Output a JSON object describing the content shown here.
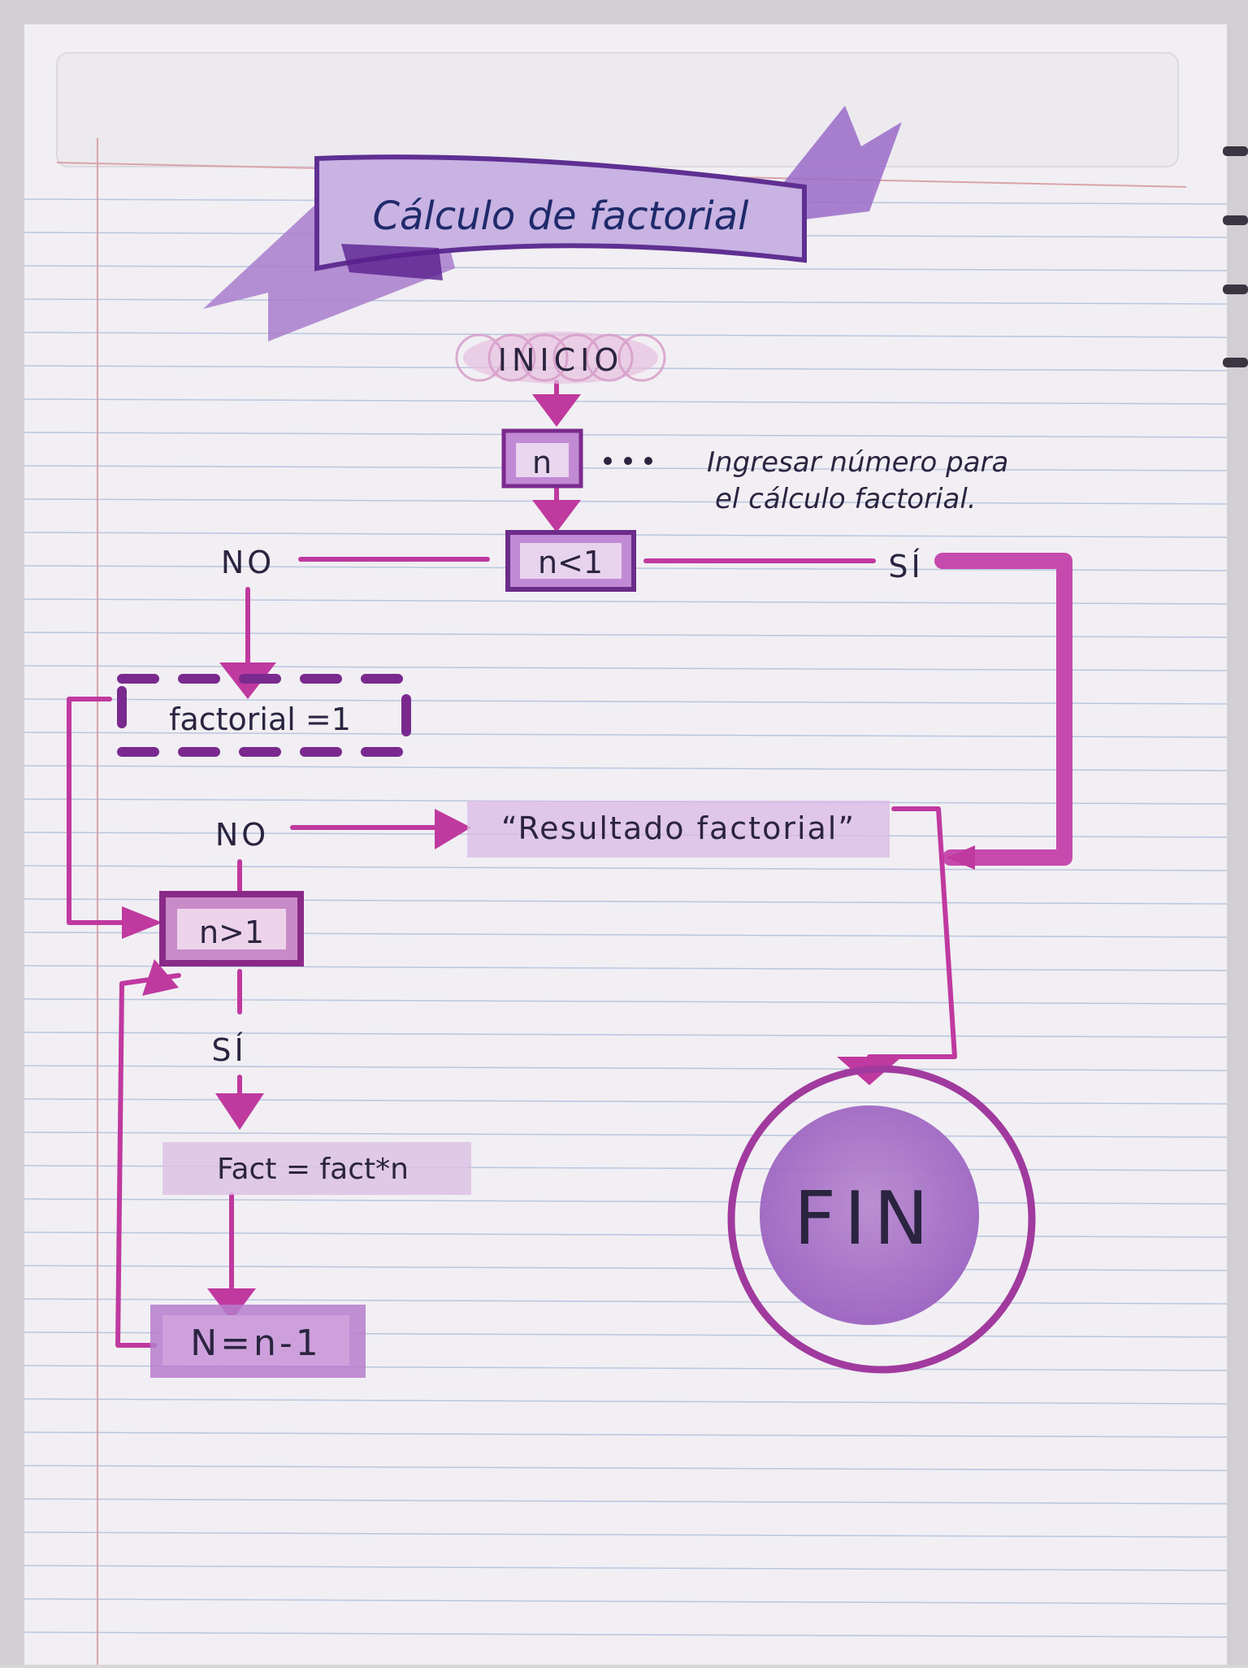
{
  "title": "Cálculo de factorial",
  "nodes": {
    "inicio": "INICIO",
    "input_n": "n",
    "input_note_line1": "Ingresar número para",
    "input_note_line2": "el cálculo factorial.",
    "decision_n_lt_1": "n<1",
    "branch_no_top": "NO",
    "branch_si_top": "SÍ",
    "factorial_init": "factorial =1",
    "branch_no_loop": "NO",
    "output_result": "“Resultado factorial”",
    "decision_n_gt_1": "n>1",
    "branch_si_loop": "SÍ",
    "fact_update": "Fact = fact*n",
    "n_decrement": "N=n-1",
    "fin": "FIN"
  },
  "colors": {
    "paper": "#f1eff3",
    "ruled_line": "#b9c6de",
    "margin_line": "#d9a3a9",
    "magenta": "#c0399f",
    "purple": "#7a3f9e",
    "banner_fill": "#b79bd6",
    "ink": "#2b2440",
    "title_ink": "#1f2a6b"
  }
}
